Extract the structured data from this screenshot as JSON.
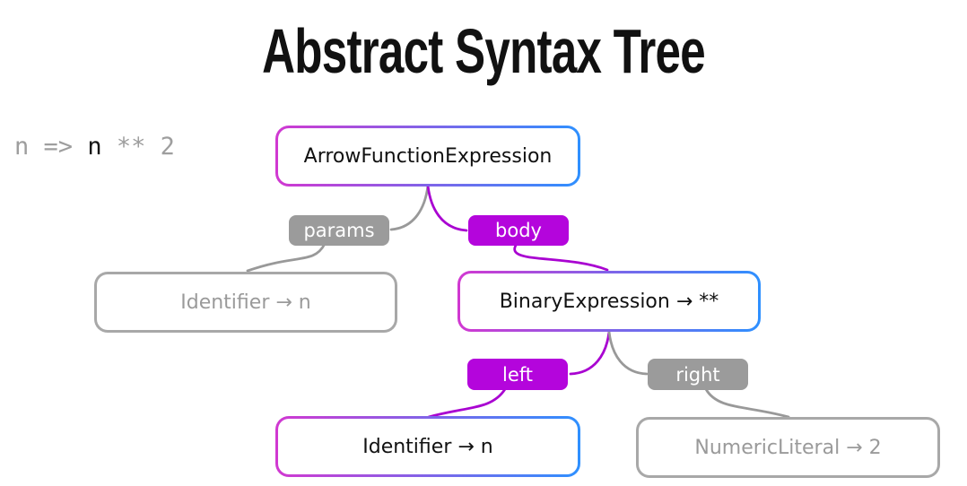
{
  "title": "Abstract Syntax Tree",
  "code": {
    "tokens": [
      {
        "text": "n",
        "style": "muted"
      },
      {
        "text": "=>",
        "style": "muted"
      },
      {
        "text": "n",
        "style": "dark"
      },
      {
        "text": "**",
        "style": "muted"
      },
      {
        "text": "2",
        "style": "muted"
      }
    ]
  },
  "colors": {
    "title_color": "#111111",
    "accent": "#b405dc",
    "accent_edge": "#a903d1",
    "gradient_start": "#d138d1",
    "gradient_end": "#2e90ff",
    "muted": "#9b9b9b",
    "muted_edge": "#999999",
    "muted_border": "#a8a8a8",
    "muted_text": "#9a9a9a",
    "node_text": "#111111",
    "code_muted": "#9e9e9e",
    "code_dark": "#151515"
  },
  "tree": {
    "nodes": [
      {
        "label": "ArrowFunctionExpression",
        "style": "gradient"
      },
      {
        "label": "Identifier → n",
        "style": "muted"
      },
      {
        "label": "BinaryExpression → **",
        "style": "gradient"
      },
      {
        "label": "Identifier → n",
        "style": "gradient"
      },
      {
        "label": "NumericLiteral → 2",
        "style": "muted"
      }
    ],
    "edges": [
      {
        "label": "params",
        "style": "muted"
      },
      {
        "label": "body",
        "style": "accent"
      },
      {
        "label": "left",
        "style": "accent"
      },
      {
        "label": "right",
        "style": "muted"
      }
    ]
  }
}
